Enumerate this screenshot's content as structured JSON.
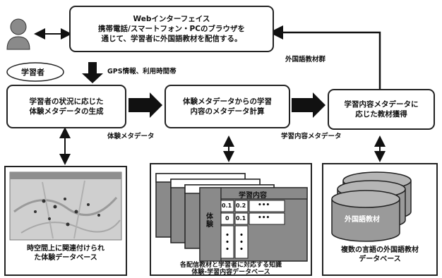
{
  "nodes": {
    "web_interface": {
      "title": "Webインターフェイス",
      "line1": "携帯電話/スマートフォン・PCのブラウザを",
      "line2": "通じて、学習者に外国語教材を配信する。"
    },
    "learner_label": "学習者",
    "gps_label": "GPS情報、利用時間帯",
    "materials_group_label": "外国語教材群",
    "step1": {
      "line1": "学習者の状況に応じた",
      "line2": "体験メタデータの生成"
    },
    "step2": {
      "line1": "体験メタデータからの学習",
      "line2": "内容のメタデータ計算"
    },
    "step3": {
      "line1": "学習内容メタデータに",
      "line2": "応じた教材獲得"
    },
    "exp_meta_label": "体験メタデータ",
    "learn_meta_label": "学習内容メタデータ",
    "db1": {
      "line1": "時空間上に関連付けられ",
      "line2": "た体験データベース"
    },
    "db2": {
      "header": "学習内容",
      "side": "体験",
      "cells": [
        "0.1",
        "0.2",
        "•••",
        "0",
        "0.1",
        "•••"
      ],
      "line1": "各配信教材と学習者に対応する知識",
      "line2": "体験-学習内容データベース"
    },
    "db3": {
      "inner": "外国語教材",
      "line1": "複数の言語の外国語教材",
      "line2": "データベース"
    }
  }
}
